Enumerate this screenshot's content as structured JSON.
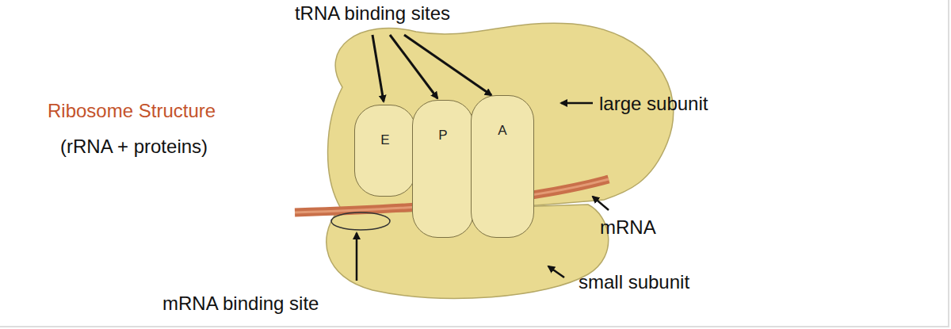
{
  "diagram": {
    "title": "Ribosome Structure",
    "nodes": [
      {
        "text": [
          "E"
        ]
      },
      {
        "text": [
          "P"
        ]
      },
      {
        "text": [
          "A"
        ]
      }
    ],
    "labels": [
      "tRNA binding sites",
      "(rRNA + proteins)",
      "large subunit",
      "mRNA",
      "small subunit",
      "mRNA binding site"
    ]
  }
}
